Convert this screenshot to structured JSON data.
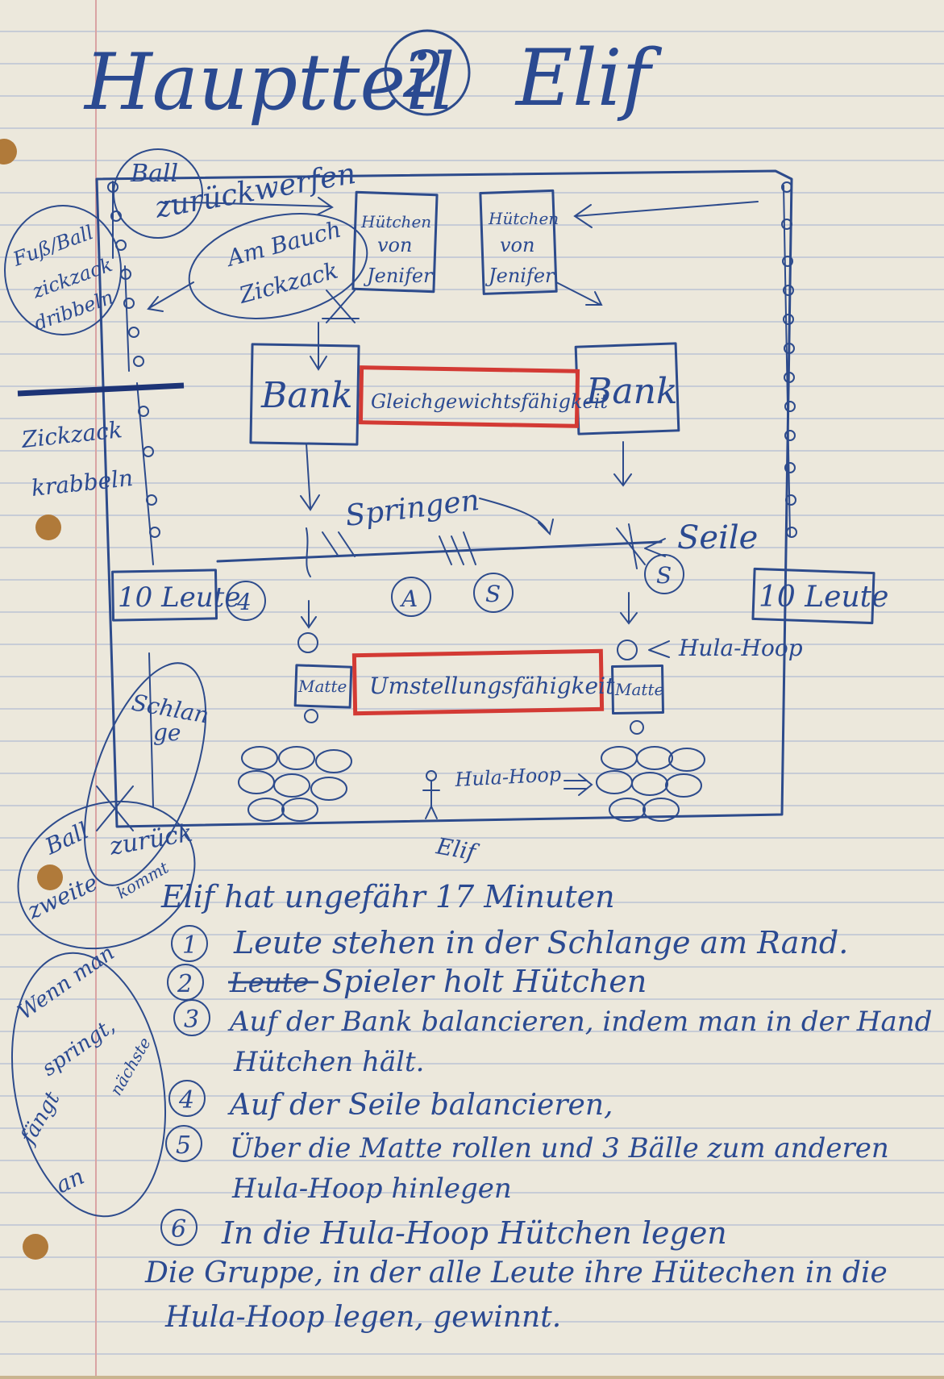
{
  "title": {
    "label": "Hauptteil",
    "number": "2",
    "name": "Elif"
  },
  "diagram": {
    "ball_throw": {
      "ball": "Ball",
      "text": "zurückwerfen"
    },
    "left_note": {
      "l1": "Fuß/Ball",
      "l2": "zickzack",
      "l3": "dribbeln"
    },
    "belly": {
      "l1": "Am Bauch",
      "l2": "Zickzack"
    },
    "cones_1": {
      "l1": "Hütchen",
      "l2": "von",
      "l3": "Jenifer"
    },
    "cones_2": {
      "l1": "Hütchen",
      "l2": "von",
      "l3": "Jenifer"
    },
    "bench_left": "Bank",
    "bench_right": "Bank",
    "balance": "Gleichgewichtsfähigkeit",
    "zigzag": {
      "l1": "Zickzack",
      "l2": "krabbeln"
    },
    "jump": "Springen",
    "ropes": "Seile",
    "people_left": "10 Leute",
    "people_right": "10 Leute",
    "circles": {
      "c1": "4",
      "c2": "A",
      "c3": "S",
      "c4": "S"
    },
    "hula_label_right": "Hula-Hoop",
    "mat_left": "Matte",
    "mat_right": "Matte",
    "adapt": "Umstellungsfähigkeit",
    "snake": {
      "l1": "Schlan",
      "l2": "ge"
    },
    "hula_label_bottom": "Hula-Hoop",
    "elif": "Elif",
    "ball_back": {
      "l1": "Ball",
      "l2": "zurück",
      "l3": "zweite",
      "l4": "kommt"
    },
    "when_note": {
      "l1": "Wenn man",
      "l2": "springt,",
      "l3": "fängt",
      "l4": "an",
      "l5": "nächste"
    }
  },
  "notes": {
    "l0": "Elif hat ungefähr 17 Minuten",
    "l1_num": "1",
    "l1": "Leute stehen in der Schlange am Rand.",
    "l2_num": "2",
    "l2_crossed": "Leute",
    "l2": "Spieler holt Hütchen",
    "l3_num": "3",
    "l3": "Auf der Bank balancieren, indem man in der Hand",
    "l3b": "Hütchen hält.",
    "l4_num": "4",
    "l4": "Auf der Seile balancieren,",
    "l5_num": "5",
    "l5": "Über die Matte rollen und 3 Bälle zum anderen",
    "l5b": "Hula-Hoop hinlegen",
    "l6_num": "6",
    "l6": "In die Hula-Hoop Hütchen legen",
    "l7": "Die Gruppe, in der alle Leute ihre Hütechen in die",
    "l7b": "Hula-Hoop legen, gewinnt."
  }
}
